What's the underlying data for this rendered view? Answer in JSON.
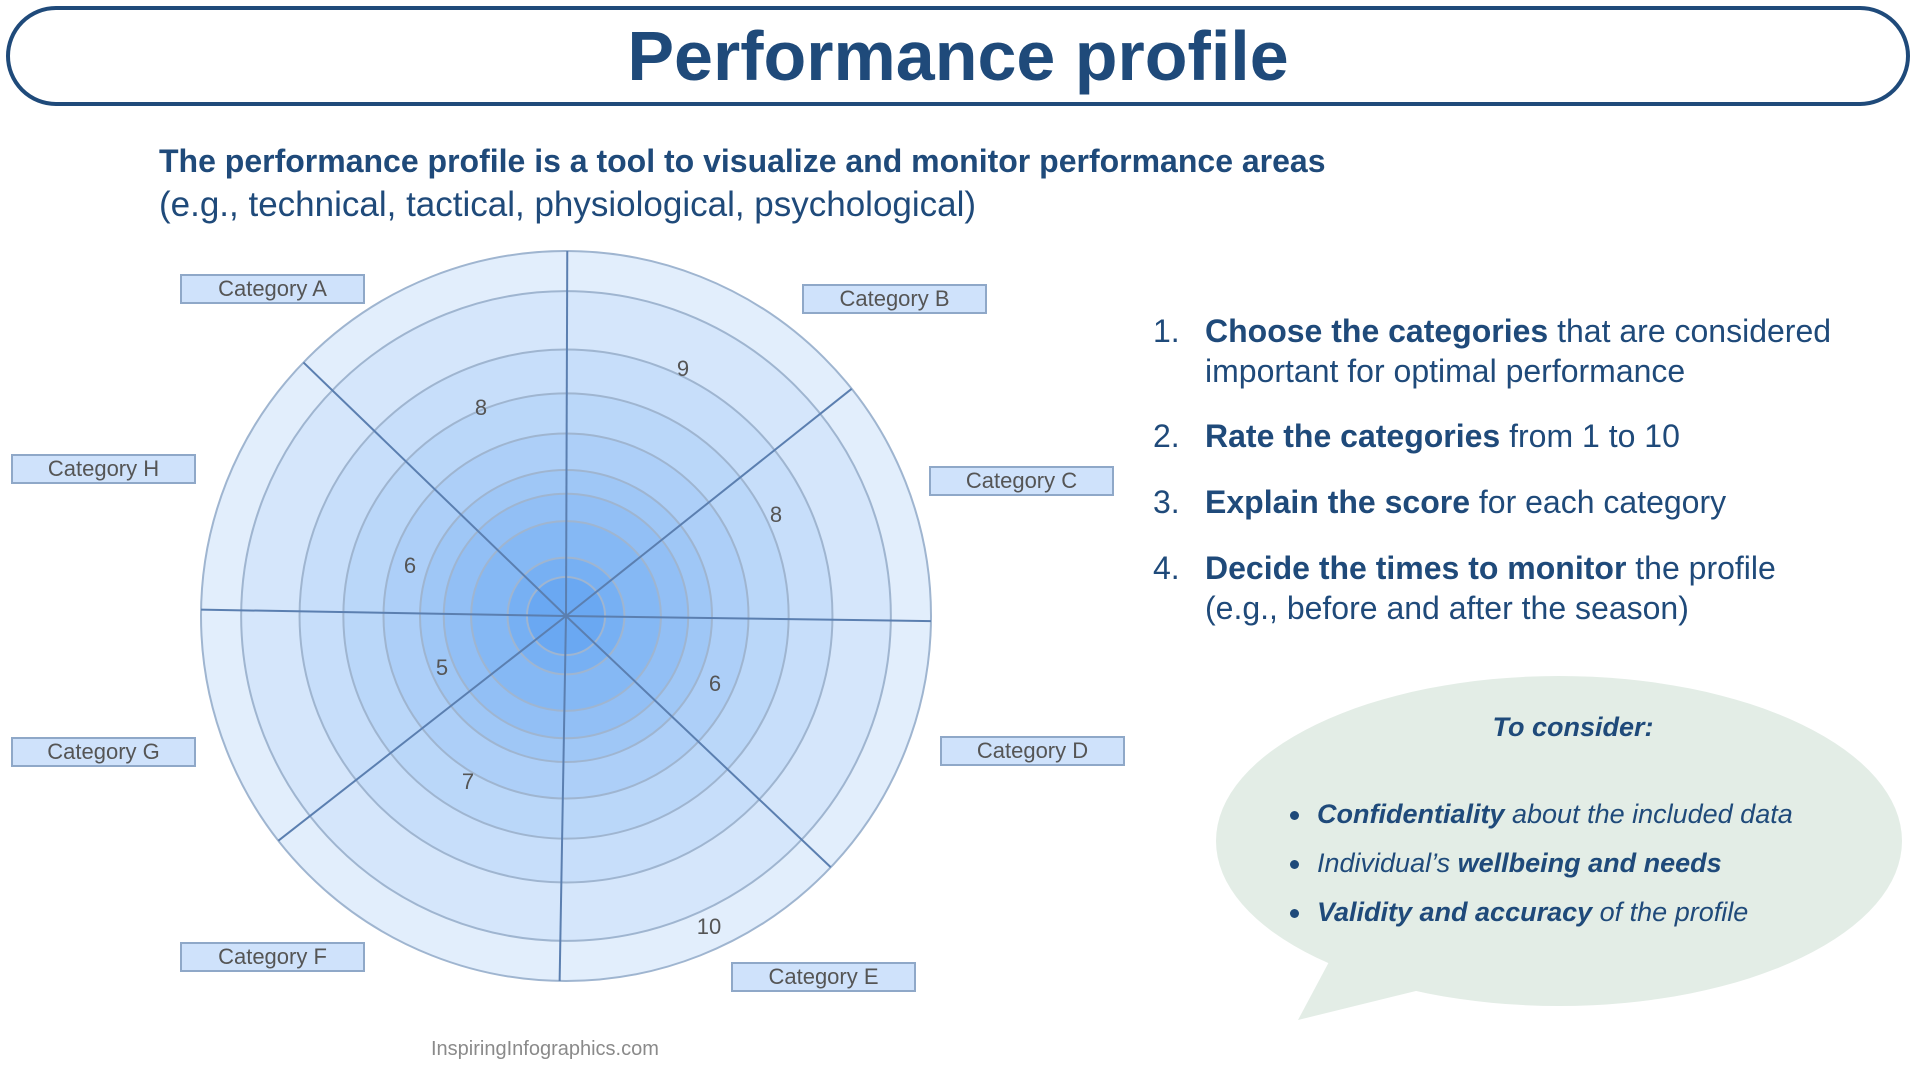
{
  "header": {
    "title": "Performance profile"
  },
  "intro": {
    "line1": "The performance profile is a tool to visualize and monitor performance areas",
    "line2": "(e.g., technical, tactical, physiological, psychological)"
  },
  "chart_data": {
    "type": "polar-area",
    "categories": [
      "Category A",
      "Category B",
      "Category C",
      "Category D",
      "Category E",
      "Category F",
      "Category G",
      "Category H"
    ],
    "values": [
      8,
      9,
      8,
      6,
      10,
      7,
      5,
      6
    ],
    "rlim": [
      0,
      10
    ],
    "colors": {
      "outer": "#e2eefc",
      "inner": "#6aa8f2",
      "line": "#5b7fb0",
      "label_bg": "#cfe2fb"
    }
  },
  "steps": [
    {
      "num": "1.",
      "bold": "Choose the categories",
      "rest": " that are considered",
      "line2": "important for optimal performance"
    },
    {
      "num": "2.",
      "bold": "Rate the categories",
      "rest": " from 1 to 10",
      "line2": ""
    },
    {
      "num": "3.",
      "bold": "Explain the score",
      "rest": " for each category",
      "line2": ""
    },
    {
      "num": "4.",
      "bold": "Decide the times to monitor",
      "rest": " the profile",
      "line2": "(e.g., before and after the season)"
    }
  ],
  "consider": {
    "title": "To consider:",
    "bullets": [
      {
        "pre": "",
        "bold": "Confidentiality",
        "post": " about the included data"
      },
      {
        "pre": "Individual’s ",
        "bold": "wellbeing and needs",
        "post": ""
      },
      {
        "pre": "",
        "bold": "Validity and accuracy",
        "post": " of the profile"
      }
    ],
    "bubble_color": "#e3ede6"
  },
  "footer": "InspiringInfographics.com"
}
